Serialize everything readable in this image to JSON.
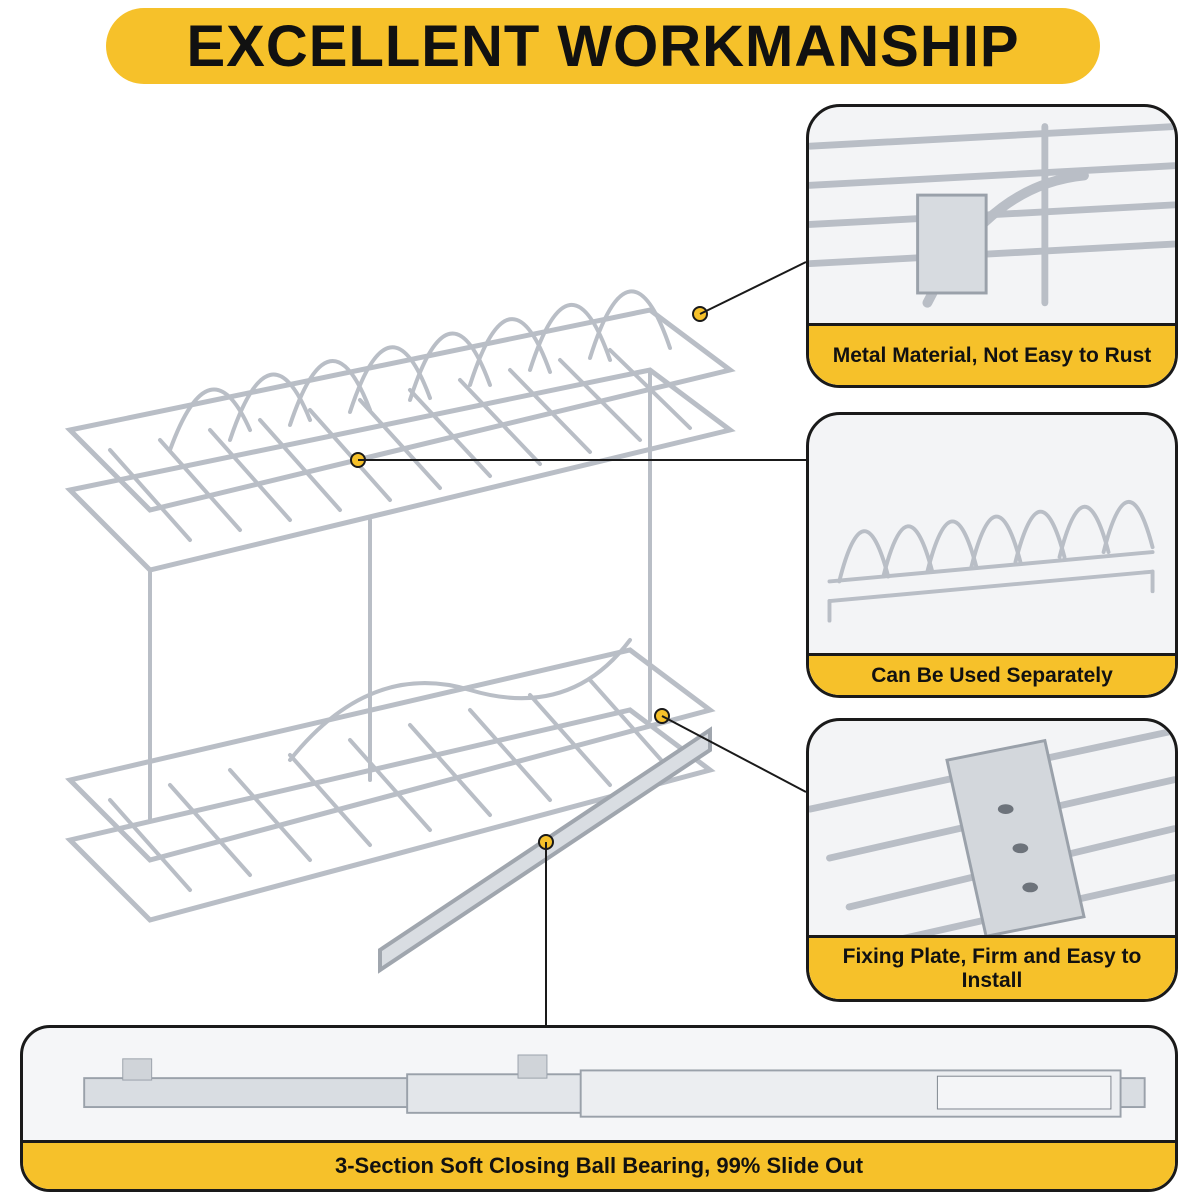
{
  "title": "EXCELLENT WORKMANSHIP",
  "features": [
    {
      "label": "Metal Material, Not Easy to Rust",
      "icon": "wire-basket-closeup-photo"
    },
    {
      "label": "Can Be Used Separately",
      "icon": "plate-rack-photo"
    },
    {
      "label": "Fixing Plate, Firm and Easy to Install",
      "icon": "fixing-plate-closeup-photo"
    }
  ],
  "slide": {
    "label": "3-Section Soft Closing Ball Bearing, 99% Slide Out",
    "icon": "ball-bearing-slide-photo"
  },
  "colors": {
    "accent": "#f6c12a",
    "outline": "#1a1a1a",
    "chrome": "#b9bec6"
  }
}
